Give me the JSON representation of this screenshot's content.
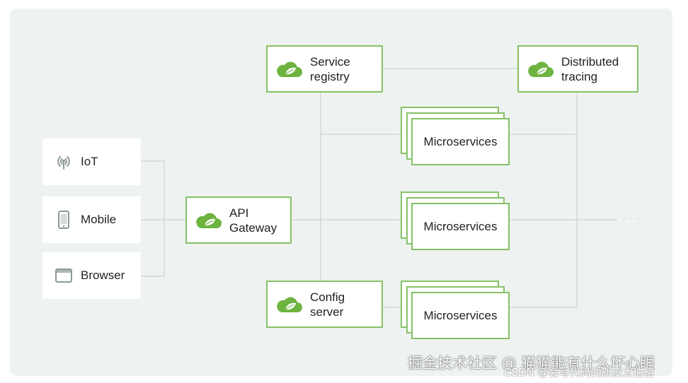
{
  "clients": {
    "iot": {
      "label": "IoT",
      "icon": "antenna-icon"
    },
    "mobile": {
      "label": "Mobile",
      "icon": "smartphone-icon"
    },
    "browser": {
      "label": "Browser",
      "icon": "browser-window-icon"
    }
  },
  "components": {
    "service_registry": {
      "line1": "Service",
      "line2": "registry",
      "icon": "spring-cloud-icon"
    },
    "distributed_tracing": {
      "line1": "Distributed",
      "line2": "tracing",
      "icon": "spring-cloud-icon"
    },
    "api_gateway": {
      "line1": "API",
      "line2": "Gateway",
      "icon": "spring-cloud-icon"
    },
    "config_server": {
      "line1": "Config",
      "line2": "server",
      "icon": "spring-cloud-icon"
    }
  },
  "microservices": [
    {
      "label": "Microservices"
    },
    {
      "label": "Microservices"
    },
    {
      "label": "Microservices"
    }
  ],
  "ellipsis": "– · –",
  "watermark": {
    "line1": "掘金技术社区 @ 猫猫能有什么坏心眼",
    "line2": "CSDN @会写代码的新皮太伯格"
  },
  "colors": {
    "accent": "#6db33f",
    "border": "#86c166",
    "panel": "#eef3f1",
    "line": "#c9d3cf"
  }
}
